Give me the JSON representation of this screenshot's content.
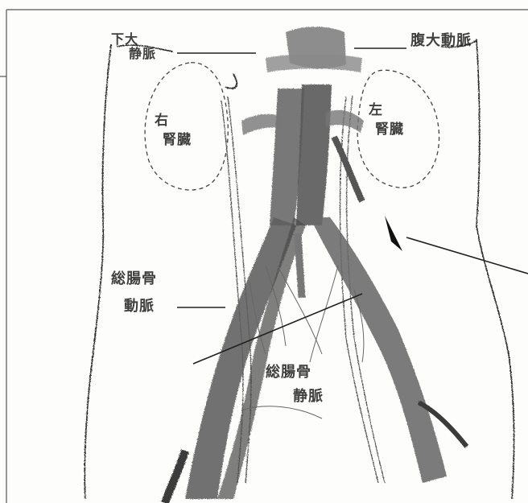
{
  "labels": {
    "ivc": [
      "下大",
      "静脈"
    ],
    "aorta": "腹大動脈",
    "right_kidney": [
      "右",
      "腎臓"
    ],
    "left_kidney": [
      "左",
      "腎臓"
    ],
    "iliac_artery": [
      "総腸骨",
      "動脈"
    ],
    "iliac_vein": [
      "総腸骨",
      "静脈"
    ]
  },
  "colors": {
    "ink": "#222222",
    "vessel": "#6e6e6e",
    "vessel_dark": "#3c3c3c",
    "paper": "#fdfdfb"
  }
}
